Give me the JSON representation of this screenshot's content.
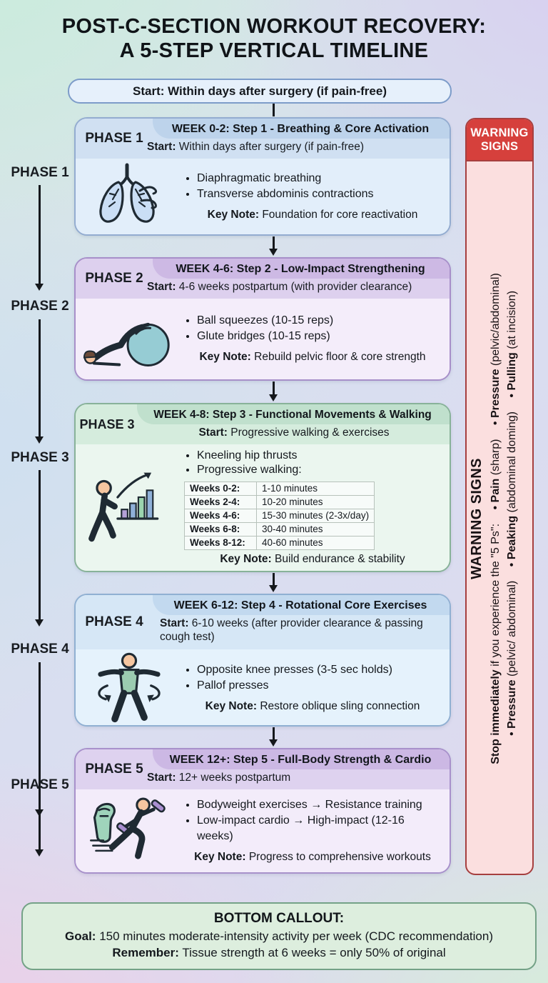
{
  "title": {
    "line1": "POST-C-SECTION WORKOUT RECOVERY:",
    "line2": "A 5-STEP VERTICAL TIMELINE"
  },
  "start_pill": {
    "text": "Start: Within days after surgery (if pain-free)"
  },
  "timeline": {
    "labels": [
      "PHASE 1",
      "PHASE 2",
      "PHASE 3",
      "PHASE 4",
      "PHASE 5"
    ]
  },
  "cards": [
    {
      "phase": "PHASE 1",
      "title": "WEEK 0-2: Step 1 - Breathing & Core Activation",
      "start_label": "Start:",
      "start_text": "Within days after surgery (if pain-free)",
      "icon": "lungs-icon",
      "bullets": [
        "Diaphragmatic breathing",
        "Transverse abdominis contractions"
      ],
      "key_note_label": "Key Note:",
      "key_note": "Foundation for core reactivation",
      "colors": {
        "dark": "#bdd3eb",
        "light": "#d0e0f2",
        "body": "#e2eefa",
        "border": "#93acd0"
      }
    },
    {
      "phase": "PHASE 2",
      "title": "WEEK 4-6: Step 2 - Low-Impact Strengthening",
      "start_label": "Start:",
      "start_text": "4-6 weeks postpartum (with provider clearance)",
      "icon": "glute-bridge-ball-icon",
      "bullets": [
        "Ball squeezes (10-15 reps)",
        "Glute bridges (10-15 reps)"
      ],
      "key_note_label": "Key Note:",
      "key_note": "Rebuild pelvic floor & core strength",
      "colors": {
        "dark": "#cdb9e4",
        "light": "#ddd0ee",
        "body": "#f4edfa",
        "border": "#a78fc9"
      }
    },
    {
      "phase": "PHASE 3",
      "title": "WEEK 4-8: Step 3 - Functional Movements & Walking",
      "start_label": "Start:",
      "start_text": "Progressive walking & exercises",
      "icon": "walking-progress-icon",
      "bullets": [
        "Kneeling hip thrusts",
        "Progressive walking:"
      ],
      "walking_table": [
        {
          "label": "Weeks 0-2:",
          "value": "1-10 minutes"
        },
        {
          "label": "Weeks 2-4:",
          "value": "10-20 minutes"
        },
        {
          "label": "Weeks 4-6:",
          "value": "15-30 minutes (2-3x/day)"
        },
        {
          "label": "Weeks 6-8:",
          "value": "30-40 minutes"
        },
        {
          "label": "Weeks 8-12:",
          "value": "40-60 minutes"
        }
      ],
      "key_note_label": "Key Note:",
      "key_note": "Build endurance & stability",
      "colors": {
        "dark": "#c0e0cd",
        "light": "#d5ecdd",
        "body": "#ebf6ef",
        "border": "#88b299"
      }
    },
    {
      "phase": "PHASE 4",
      "title": "WEEK 6-12: Step 4 - Rotational Core Exercises",
      "start_label": "Start:",
      "start_text": "6-10 weeks (after provider clearance & passing cough test)",
      "icon": "rotation-exercise-icon",
      "bullets": [
        "Opposite knee presses (3-5 sec holds)",
        "Pallof presses"
      ],
      "key_note_label": "Key Note:",
      "key_note": "Restore oblique sling connection",
      "colors": {
        "dark": "#c2d9ef",
        "light": "#d6e7f6",
        "body": "#e5f2fc",
        "border": "#90b0d2"
      }
    },
    {
      "phase": "PHASE 5",
      "title": "WEEK 12+: Step 5 - Full-Body Strength & Cardio",
      "start_label": "Start:",
      "start_text": "12+ weeks postpartum",
      "icon": "runner-dumbbells-icon",
      "bullets": [
        "Bodyweight exercises → Resistance training",
        "Low-impact cardio → High-impact (12-16 weeks)"
      ],
      "key_note_label": "Key Note:",
      "key_note": "Progress to comprehensive workouts",
      "colors": {
        "dark": "#ccb8e4",
        "light": "#ded2ef",
        "body": "#f3ecfa",
        "border": "#a891cb"
      }
    }
  ],
  "warning_panel": {
    "header_line1": "WARNING",
    "header_line2": "SIGNS",
    "heading": "WARNING SIGNS",
    "intro_bold": "Stop immediately",
    "intro_rest": " if you experience the \"5 Ps\":",
    "items": [
      {
        "name": "Pain",
        "detail": "(sharp)"
      },
      {
        "name": "Pressure",
        "detail": "(pelvic/abdominal)"
      },
      {
        "name": "Pressure",
        "detail": "(pelvic/ abdominal)"
      },
      {
        "name": "Peaking",
        "detail": "(abdominal doming)"
      },
      {
        "name": "Pulling",
        "detail": "(at incision)"
      }
    ],
    "colors": {
      "header_bg": "#d6403c",
      "body_bg": "#fbdfdf",
      "border": "#a63f3f"
    }
  },
  "bottom_callout": {
    "heading": "BOTTOM CALLOUT:",
    "goal_label": "Goal:",
    "goal_text": "150 minutes moderate-intensity activity per week (CDC recommendation)",
    "remember_label": "Remember:",
    "remember_text": "Tissue strength at 6 weeks = only 50% of original",
    "colors": {
      "bg": "#ddeede",
      "border": "#74a287"
    }
  }
}
